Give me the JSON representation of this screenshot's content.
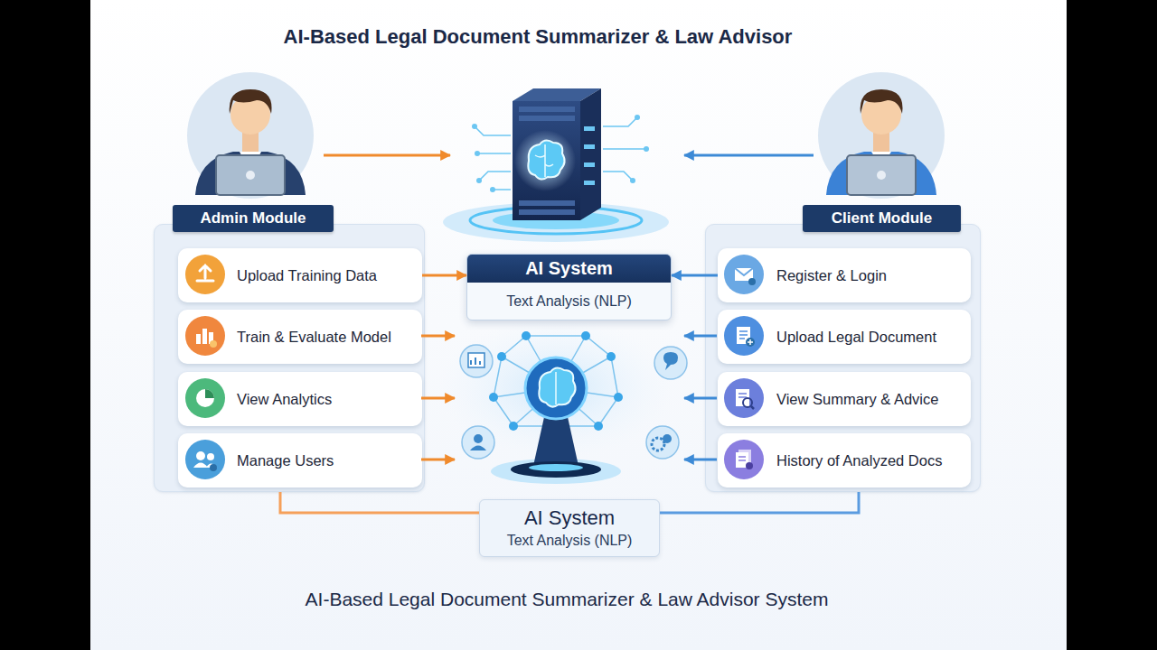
{
  "diagram": {
    "title": "AI-Based Legal Document Summarizer & Law Advisor",
    "caption": "AI-Based Legal Document Summarizer & Law Advisor System",
    "nodes": [
      {
        "text": [
          "Admin Module"
        ]
      },
      {
        "text": [
          "Upload Training Data"
        ],
        "in": 0
      },
      {
        "text": [
          "Train & Evaluate Model"
        ],
        "in": 0
      },
      {
        "text": [
          "View Analytics"
        ],
        "in": 0
      },
      {
        "text": [
          "Manage Users"
        ],
        "in": 0
      },
      {
        "text": [
          "AI System",
          "Text Analysis (NLP)"
        ]
      },
      {
        "text": [
          "Client Module"
        ]
      },
      {
        "text": [
          "Register & Login"
        ],
        "in": 6
      },
      {
        "text": [
          "Upload Legal Document"
        ],
        "in": 6
      },
      {
        "text": [
          "View Summary & Advice"
        ],
        "in": 6
      },
      {
        "text": [
          "History of Analyzed Docs"
        ],
        "in": 6
      },
      {
        "text": [
          "AI System",
          "Text Analysis (NLP)"
        ]
      }
    ],
    "edges": [
      {
        "from": 1,
        "to": 5,
        "arrow": "to"
      },
      {
        "from": 7,
        "to": 5,
        "arrow": "to"
      },
      {
        "from": 0,
        "to": 11,
        "arrow": "none"
      },
      {
        "from": 6,
        "to": 11,
        "arrow": "none"
      }
    ]
  }
}
